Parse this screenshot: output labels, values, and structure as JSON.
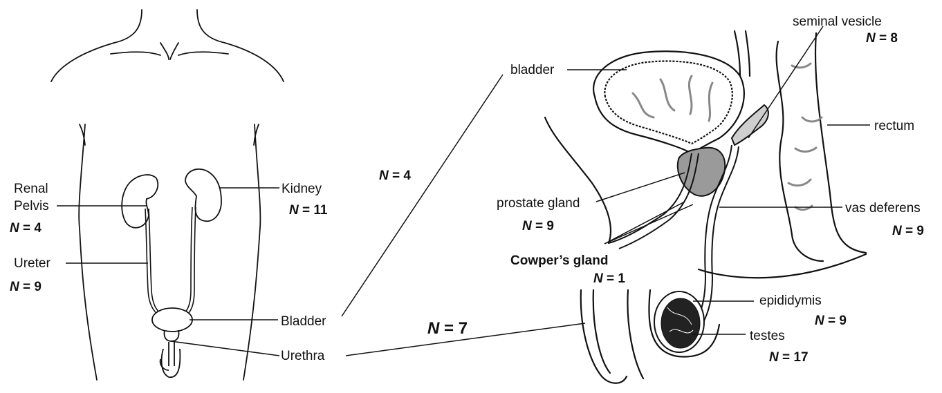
{
  "left_figure": {
    "labels": {
      "renal_pelvis_line1": "Renal",
      "renal_pelvis_line2": "Pelvis",
      "kidney": "Kidney",
      "ureter": "Ureter",
      "bladder": "Bladder",
      "urethra": "Urethra"
    },
    "counts": {
      "renal_pelvis": "4",
      "kidney": "11",
      "ureter": "9"
    }
  },
  "connectors": {
    "bladder_count": "4",
    "urethra_count": "7"
  },
  "right_figure": {
    "labels": {
      "seminal_vesicle": "seminal vesicle",
      "bladder": "bladder",
      "rectum": "rectum",
      "prostate_gland": "prostate gland",
      "vas_deferens": "vas deferens",
      "cowpers_gland": "Cowper’s gland",
      "epididymis": "epididymis",
      "testes": "testes"
    },
    "counts": {
      "seminal_vesicle": "8",
      "prostate_gland": "9",
      "vas_deferens": "9",
      "cowpers_gland": "1",
      "epididymis": "9",
      "testes": "17"
    }
  },
  "count_prefix": "N = ",
  "colors": {
    "ink": "#111111",
    "prostate_fill": "#9a9a9a",
    "vesicle_fill": "#cfcfcf"
  }
}
